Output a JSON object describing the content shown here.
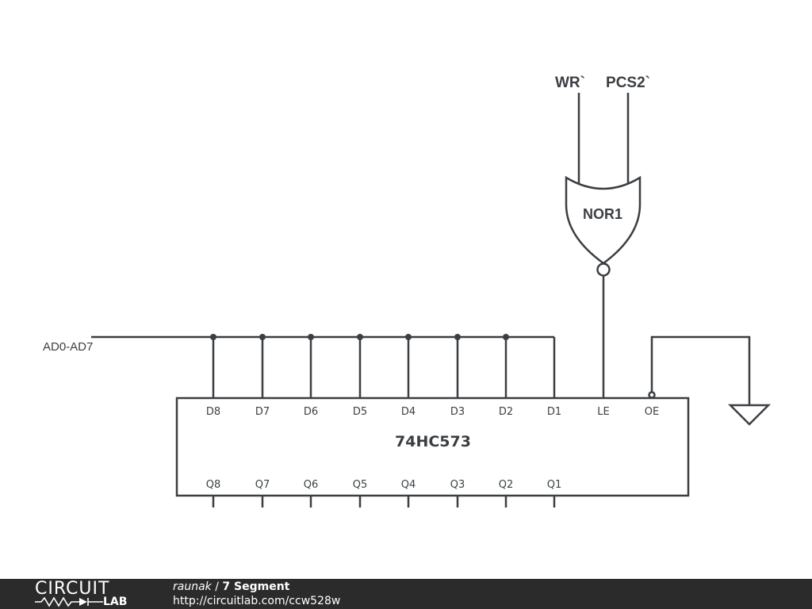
{
  "chip": {
    "name": "74HC573",
    "top_pins": [
      "D8",
      "D7",
      "D6",
      "D5",
      "D4",
      "D3",
      "D2",
      "D1",
      "LE",
      "OE"
    ],
    "bottom_pins": [
      "Q8",
      "Q7",
      "Q6",
      "Q5",
      "Q4",
      "Q3",
      "Q2",
      "Q1"
    ]
  },
  "gate": {
    "name": "NOR1",
    "inputs": [
      "WR`",
      "PCS2`"
    ]
  },
  "bus": {
    "label": "AD0-AD7"
  },
  "footer": {
    "logo_top": "CIRCUIT",
    "logo_bottom": "LAB",
    "author": "raunak",
    "separator": " / ",
    "title": "7 Segment",
    "url": "http://circuitlab.com/ccw528w"
  },
  "colors": {
    "line": "#3b3f42",
    "footer_bg": "#2b2b2b"
  }
}
